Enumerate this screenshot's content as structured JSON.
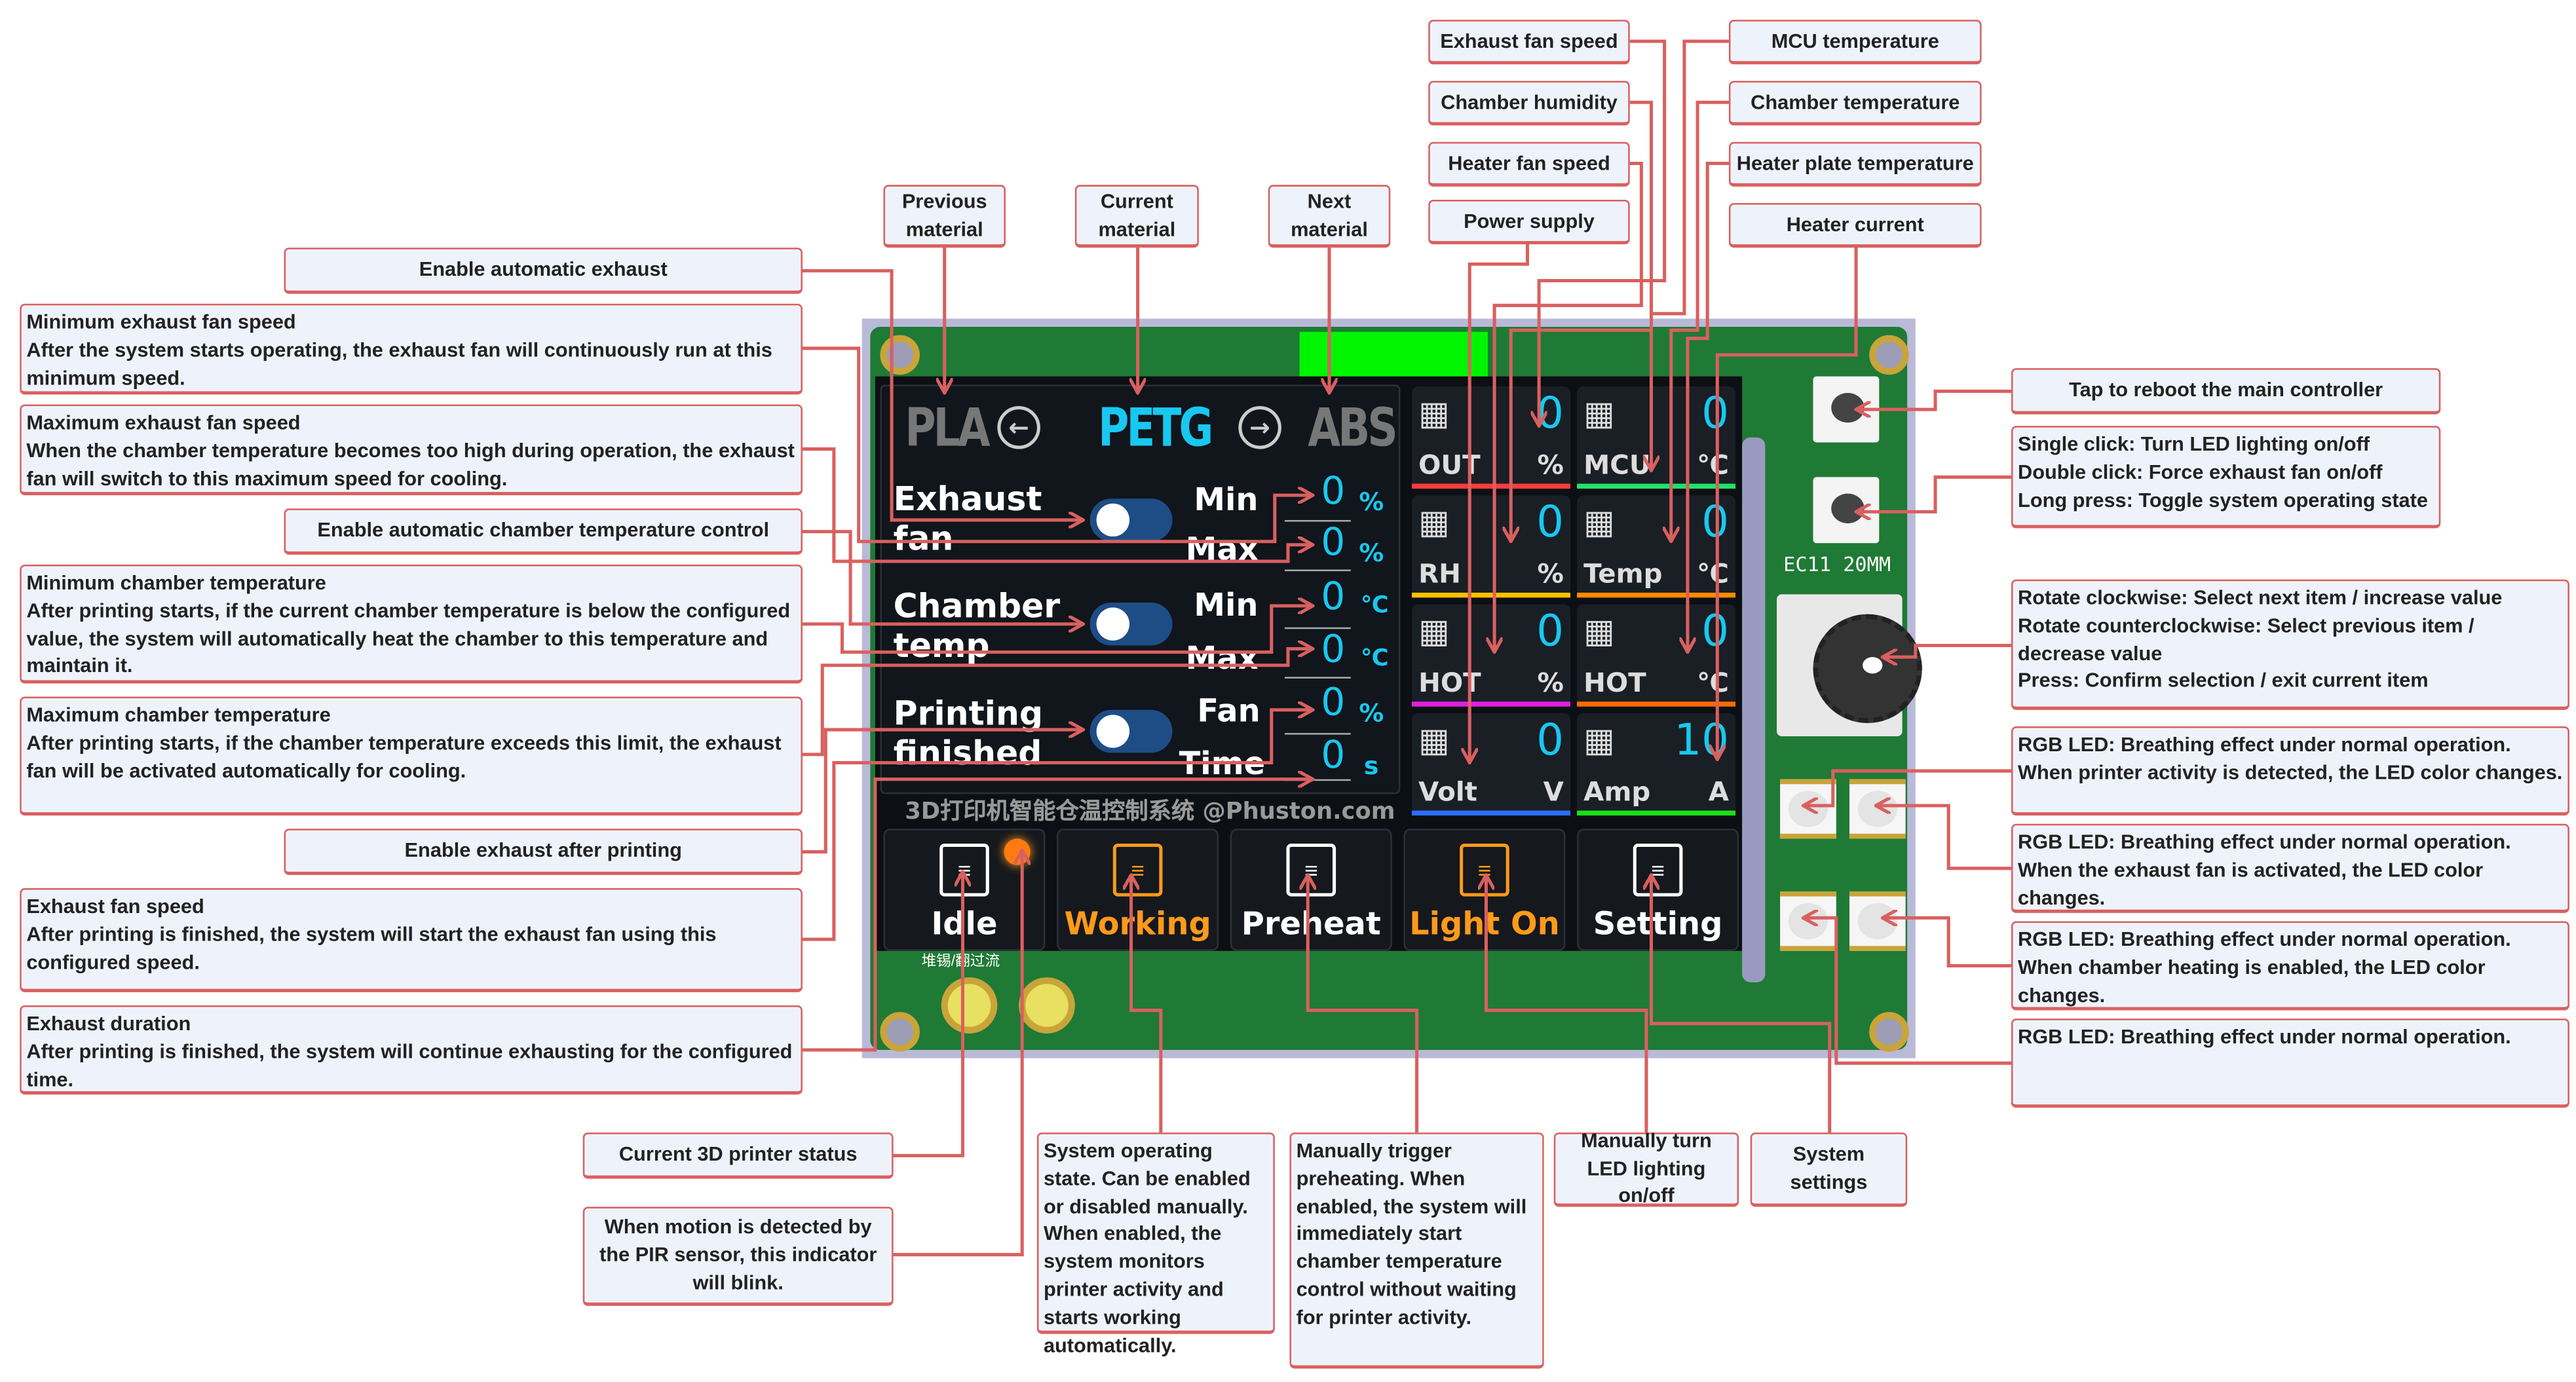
{
  "top_labels": {
    "previous_material": "Previous material",
    "current_material": "Current material",
    "next_material": "Next material",
    "exhaust_fan_speed": "Exhaust fan speed",
    "chamber_humidity": "Chamber humidity",
    "heater_fan_speed": "Heater fan speed",
    "power_supply": "Power supply",
    "mcu_temperature": "MCU temperature",
    "chamber_temperature": "Chamber temperature",
    "heater_plate_temperature": "Heater plate temperature",
    "heater_current": "Heater current"
  },
  "left_labels": [
    {
      "title": "Enable automatic exhaust",
      "body": ""
    },
    {
      "title": "Minimum exhaust fan speed",
      "body": "After the system starts operating, the exhaust fan will continuously run at this minimum speed."
    },
    {
      "title": "Maximum exhaust fan speed",
      "body": "When the chamber temperature becomes too high during operation, the exhaust fan will switch to this maximum speed for cooling."
    },
    {
      "title": "Enable automatic chamber temperature control",
      "body": ""
    },
    {
      "title": "Minimum chamber temperature",
      "body": "After printing starts, if the current chamber temperature is below the configured value, the system will automatically heat the chamber to this temperature and maintain it."
    },
    {
      "title": "Maximum chamber temperature",
      "body": "After printing starts, if the chamber temperature exceeds this limit, the exhaust fan will be activated automatically for cooling."
    },
    {
      "title": "Enable exhaust after printing",
      "body": ""
    },
    {
      "title": "Exhaust fan speed",
      "body": "After printing is finished, the system will start the exhaust fan using this configured speed."
    },
    {
      "title": "Exhaust duration",
      "body": "After printing is finished, the system will continue exhausting for the configured time."
    }
  ],
  "bottom_labels": {
    "printer_status": "Current 3D printer status",
    "pir": "When motion is detected by the PIR sensor, this indicator will blink.",
    "operating_state": "System operating state. Can be enabled or disabled manually. When enabled, the system monitors printer activity and starts working automatically.",
    "preheat": "Manually trigger preheating. When enabled, the system will immediately start chamber temperature control without waiting for printer activity.",
    "led": "Manually turn LED lighting on/off",
    "settings": "System settings"
  },
  "right_labels": {
    "reboot": "Tap to reboot the main controller",
    "button2": "Single click: Turn LED lighting on/off\nDouble click: Force exhaust fan on/off\nLong press: Toggle system operating state",
    "encoder": "Rotate clockwise: Select next item / increase value\nRotate counterclockwise: Select previous item / decrease value\nPress: Confirm selection / exit current item",
    "rgb1": "RGB LED: Breathing effect under normal operation.\nWhen printer activity is detected, the LED color changes.",
    "rgb2": "RGB LED: Breathing effect under normal operation.\nWhen the exhaust fan is activated, the LED color changes.",
    "rgb3": "RGB LED: Breathing effect under normal operation.\nWhen chamber heating is enabled, the LED color changes.",
    "rgb4": "RGB LED: Breathing effect under normal operation."
  },
  "screen": {
    "materials": {
      "previous": "PLA",
      "current": "PETG",
      "next": "ABS"
    },
    "rows": [
      {
        "label": "Exhaust fan",
        "k1": "Min",
        "v1": "0",
        "u1": "%",
        "k2": "Max",
        "v2": "0",
        "u2": "%"
      },
      {
        "label": "Chamber temp",
        "k1": "Min",
        "v1": "0",
        "u1": "℃",
        "k2": "Max",
        "v2": "0",
        "u2": "℃"
      },
      {
        "label": "Printing finished",
        "k1": "Fan",
        "v1": "0",
        "u1": "%",
        "k2": "Time",
        "v2": "0",
        "u2": "s"
      }
    ],
    "footer": "3D打印机智能仓温控制系统 @Phuston.com",
    "tiles": [
      {
        "name": "OUT",
        "value": "0",
        "unit": "%",
        "color": "#ff3b3b",
        "icon": "fan-vent-icon"
      },
      {
        "name": "MCU",
        "value": "0",
        "unit": "℃",
        "color": "#22e06a",
        "icon": "chip-icon"
      },
      {
        "name": "RH",
        "value": "0",
        "unit": "%",
        "color": "#ffc000",
        "icon": "droplets-icon"
      },
      {
        "name": "Temp",
        "value": "0",
        "unit": "℃",
        "color": "#ff8a00",
        "icon": "house-thermometer-icon"
      },
      {
        "name": "HOT",
        "value": "0",
        "unit": "%",
        "color": "#e020e0",
        "icon": "heater-fan-icon"
      },
      {
        "name": "HOT",
        "value": "0",
        "unit": "℃",
        "color": "#ff6a00",
        "icon": "radiator-icon"
      },
      {
        "name": "Volt",
        "value": "0",
        "unit": "V",
        "color": "#2b6dff",
        "icon": "bolt-icon"
      },
      {
        "name": "Amp",
        "value": "10",
        "unit": "A",
        "color": "#19e019",
        "icon": "current-wave-icon"
      }
    ],
    "buttons": [
      {
        "label": "Idle",
        "color": "#ffffff",
        "icon": "printer-icon"
      },
      {
        "label": "Working",
        "color": "#ff9a1a",
        "icon": "task-play-icon"
      },
      {
        "label": "Preheat",
        "color": "#ffffff",
        "icon": "heat-waves-icon"
      },
      {
        "label": "Light On",
        "color": "#ff9a1a",
        "icon": "light-icon"
      },
      {
        "label": "Setting",
        "color": "#ffffff",
        "icon": "gear-icon"
      }
    ]
  },
  "board": {
    "encoder_silk": "EC11 20MM",
    "pad_silk": "堆锡/翻过流"
  },
  "colors": {
    "leader": "#d9605f",
    "label_fill": "#eef3fb",
    "pcb": "#1f7a35",
    "accent": "#18c8f0"
  }
}
